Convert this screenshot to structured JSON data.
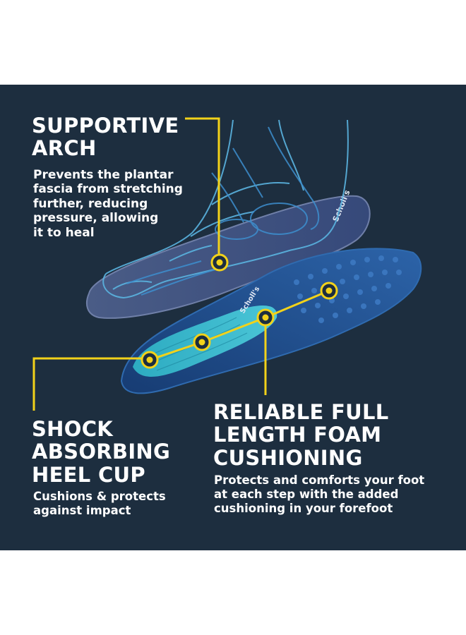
{
  "features": {
    "arch": {
      "heading_line1": "SUPPORTIVE",
      "heading_line2": "ARCH",
      "desc_line1": "Prevents the plantar",
      "desc_line2": "fascia from stretching",
      "desc_line3": "further, reducing",
      "desc_line4": "pressure, allowing",
      "desc_line5": "it to heal"
    },
    "heel": {
      "heading_line1": "SHOCK",
      "heading_line2": "ABSORBING",
      "heading_line3": "HEEL CUP",
      "desc_line1": "Cushions & protects",
      "desc_line2": "against impact"
    },
    "foam": {
      "heading_line1": "RELIABLE FULL",
      "heading_line2": "LENGTH FOAM",
      "heading_line3": "CUSHIONING",
      "desc_line1": "Protects and comforts your foot",
      "desc_line2": "at each step with the added",
      "desc_line3": "cushioning in your forefoot"
    }
  },
  "brand_mark": "Scholl's",
  "colors": {
    "background": "#1d2e3f",
    "accent_yellow": "#f2d21a",
    "insole_navy": "#1f4a8a",
    "gel_cyan": "#3fc7d6",
    "foot_outline": "#5ab4e0"
  }
}
